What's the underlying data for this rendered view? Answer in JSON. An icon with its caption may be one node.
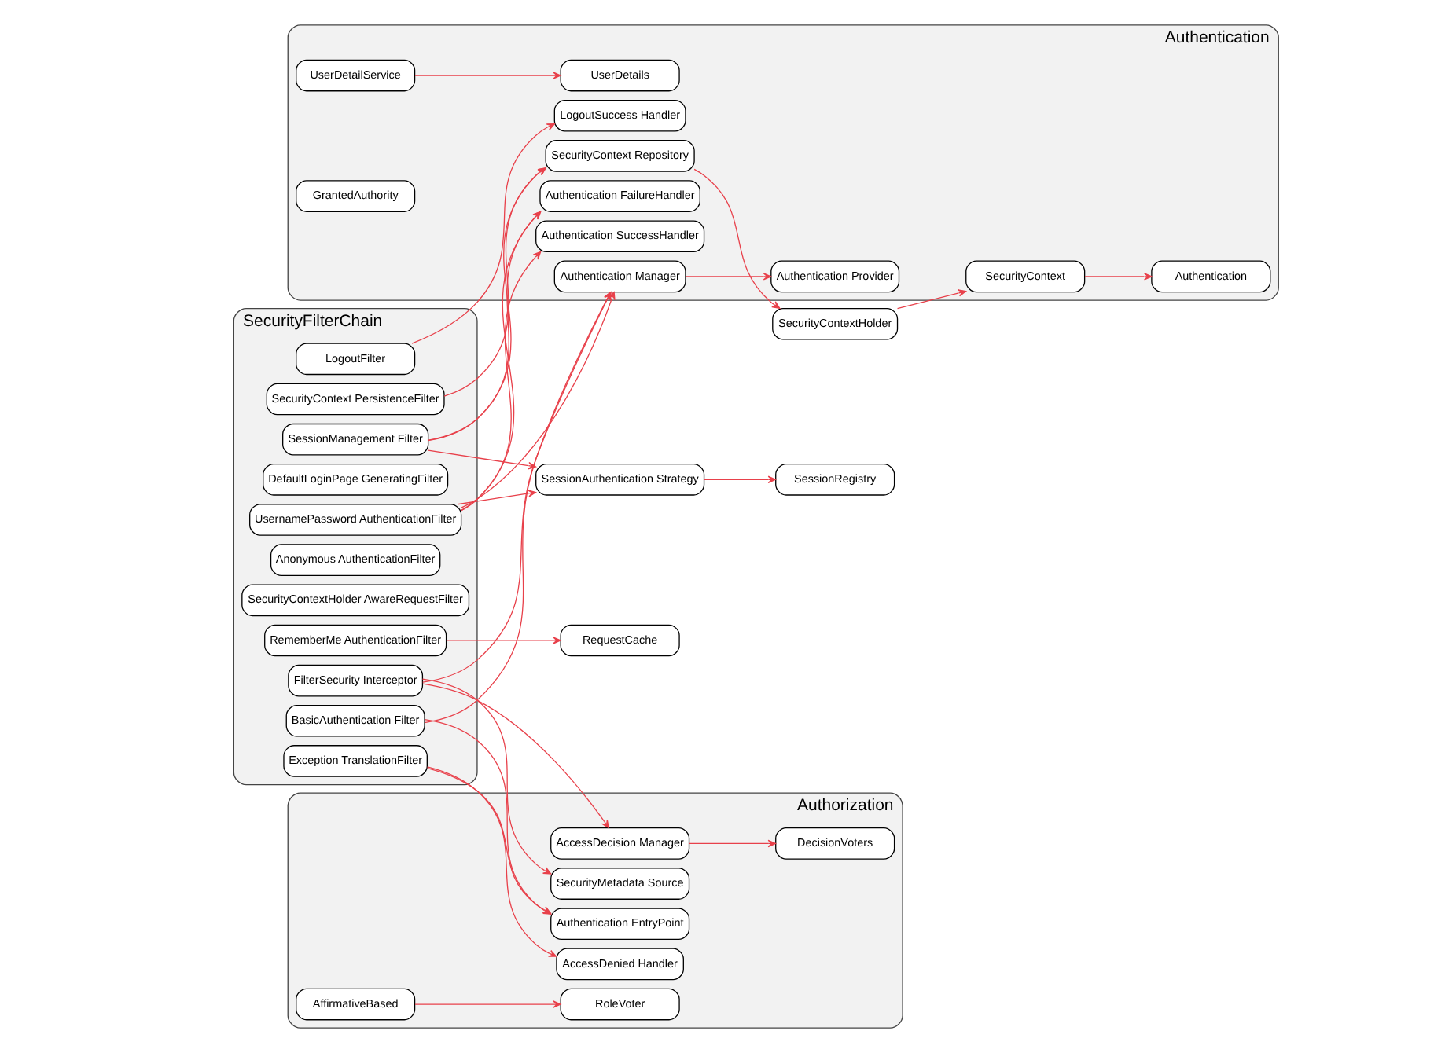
{
  "diagram": {
    "nodes": [
      {
        "text": [
          "SecurityFilterChain"
        ]
      },
      {
        "text": [
          "SecurityContext PersistenceFilter"
        ],
        "in": 0
      },
      {
        "text": [
          "LogoutFilter"
        ],
        "in": 0
      },
      {
        "text": [
          "UsernamePassword AuthenticationFilter"
        ],
        "in": 0
      },
      {
        "text": [
          "DefaultLoginPage GeneratingFilter"
        ],
        "in": 0
      },
      {
        "text": [
          "BasicAuthentication Filter"
        ],
        "in": 0
      },
      {
        "text": [
          "RememberMe AuthenticationFilter"
        ],
        "in": 0
      },
      {
        "text": [
          "SecurityContextHolder AwareRequestFilter"
        ],
        "in": 0
      },
      {
        "text": [
          "Anonymous AuthenticationFilter"
        ],
        "in": 0
      },
      {
        "text": [
          "SessionManagement Filter"
        ],
        "in": 0
      },
      {
        "text": [
          "Exception TranslationFilter"
        ],
        "in": 0
      },
      {
        "text": [
          "FilterSecurity Interceptor"
        ],
        "in": 0
      },
      {
        "text": [
          "SecurityContextHolder"
        ]
      },
      {
        "text": [
          "Authentication"
        ]
      },
      {
        "text": [
          "SecurityContext Repository"
        ],
        "in": 13
      },
      {
        "text": [
          "SecurityContext"
        ],
        "in": 13
      },
      {
        "text": [
          "Authentication"
        ],
        "in": 13
      },
      {
        "text": [
          "LogoutSuccess Handler"
        ],
        "in": 13
      },
      {
        "text": [
          "Authentication Manager"
        ],
        "in": 13
      },
      {
        "text": [
          "Authentication Provider"
        ],
        "in": 13
      },
      {
        "text": [
          "Authentication SuccessHandler"
        ],
        "in": 13
      },
      {
        "text": [
          "UserDetailService"
        ],
        "in": 13
      },
      {
        "text": [
          "UserDetails"
        ],
        "in": 13
      },
      {
        "text": [
          "Authentication FailureHandler"
        ],
        "in": 13
      },
      {
        "text": [
          "GrantedAuthority"
        ],
        "in": 13
      },
      {
        "text": [
          "SessionAuthentication Strategy"
        ]
      },
      {
        "text": [
          "SessionRegistry"
        ]
      },
      {
        "text": [
          "RequestCache"
        ]
      },
      {
        "text": [
          "Authorization"
        ]
      },
      {
        "text": [
          "Authentication EntryPoint"
        ],
        "in": 28
      },
      {
        "text": [
          "AccessDenied Handler"
        ],
        "in": 28
      },
      {
        "text": [
          "AccessDecision Manager"
        ],
        "in": 28
      },
      {
        "text": [
          "DecisionVoters"
        ],
        "in": 28
      },
      {
        "text": [
          "SecurityMetadata Source"
        ],
        "in": 28
      },
      {
        "text": [
          "AffirmativeBased"
        ],
        "in": 28
      },
      {
        "text": [
          "RoleVoter"
        ],
        "in": 28
      }
    ],
    "edges": [
      {
        "from": 1,
        "to": 14,
        "arrow": "to"
      },
      {
        "from": 2,
        "to": 17,
        "arrow": "to"
      },
      {
        "from": 3,
        "to": 18,
        "arrow": "to"
      },
      {
        "from": 3,
        "to": 20,
        "arrow": "to"
      },
      {
        "from": 3,
        "to": 23,
        "arrow": "to"
      },
      {
        "from": 3,
        "to": 25,
        "arrow": "to"
      },
      {
        "from": 5,
        "to": 18,
        "arrow": "to"
      },
      {
        "from": 5,
        "to": 29,
        "arrow": "to"
      },
      {
        "from": 6,
        "to": 27,
        "arrow": "to"
      },
      {
        "from": 9,
        "to": 14,
        "arrow": "to"
      },
      {
        "from": 9,
        "to": 23,
        "arrow": "to"
      },
      {
        "from": 9,
        "to": 25,
        "arrow": "to"
      },
      {
        "from": 10,
        "to": 29,
        "arrow": "to"
      },
      {
        "from": 10,
        "to": 30,
        "arrow": "to"
      },
      {
        "from": 11,
        "to": 18,
        "arrow": "to"
      },
      {
        "from": 11,
        "to": 31,
        "arrow": "to"
      },
      {
        "from": 11,
        "to": 33,
        "arrow": "to"
      },
      {
        "from": 14,
        "to": 12,
        "arrow": "to"
      },
      {
        "from": 12,
        "to": 15,
        "arrow": "to"
      },
      {
        "from": 15,
        "to": 16,
        "arrow": "to"
      },
      {
        "from": 18,
        "to": 19,
        "arrow": "to"
      },
      {
        "from": 21,
        "to": 22,
        "arrow": "to"
      },
      {
        "from": 25,
        "to": 26,
        "arrow": "to"
      },
      {
        "from": 31,
        "to": 32,
        "arrow": "to"
      },
      {
        "from": 34,
        "to": 35,
        "arrow": "to"
      }
    ]
  }
}
